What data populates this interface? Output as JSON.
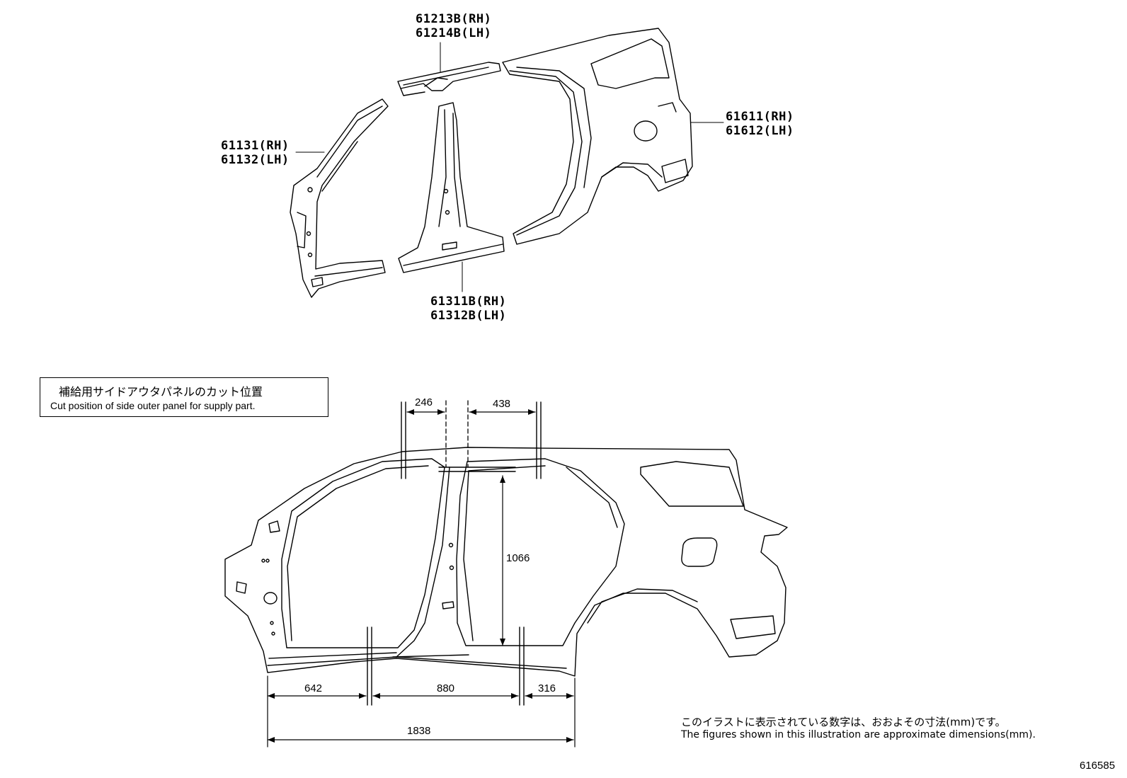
{
  "parts": {
    "roof_side_rh": "61213B(RH)",
    "roof_side_lh": "61214B(LH)",
    "front_pillar_rh": "61131(RH)",
    "front_pillar_lh": "61132(LH)",
    "quarter_rh": "61611(RH)",
    "quarter_lh": "61612(LH)",
    "center_pillar_rh": "61311B(RH)",
    "center_pillar_lh": "61312B(LH)"
  },
  "note": {
    "jp": "補給用サイドアウタパネルのカット位置",
    "en": "Cut position of side outer panel for supply part."
  },
  "dimensions": {
    "d246": "246",
    "d438": "438",
    "d1066": "1066",
    "d642": "642",
    "d880": "880",
    "d316": "316",
    "d1838": "1838"
  },
  "footer": {
    "jp": "このイラストに表示されている数字は、おおよその寸法(mm)です。",
    "en": "The figures shown in this illustration are approximate dimensions(mm).",
    "illustration_id": "616585"
  }
}
